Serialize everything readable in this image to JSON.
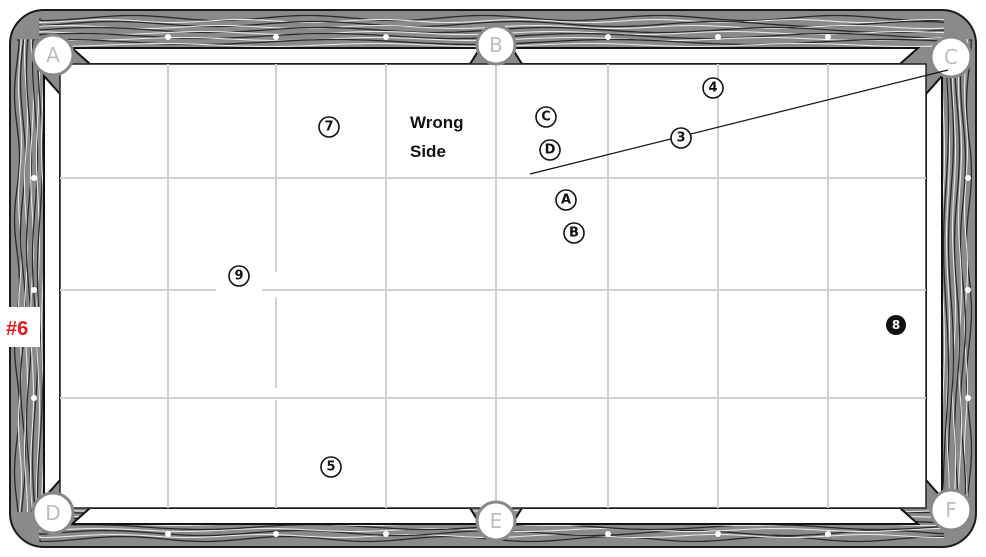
{
  "pockets": [
    {
      "label": "A"
    },
    {
      "label": "B"
    },
    {
      "label": "C"
    },
    {
      "label": "D"
    },
    {
      "label": "E"
    },
    {
      "label": "F"
    }
  ],
  "balls": [
    {
      "label": "7"
    },
    {
      "label": "4"
    },
    {
      "label": "3"
    },
    {
      "label": "9"
    },
    {
      "label": "5"
    },
    {
      "label": "8"
    }
  ],
  "positions": [
    {
      "label": "C"
    },
    {
      "label": "D"
    },
    {
      "label": "A"
    },
    {
      "label": "B"
    }
  ],
  "note": {
    "line1": "Wrong",
    "line2": "Side"
  },
  "shot_label": "#6",
  "colors": {
    "shot_label": "#e01b1b",
    "rail": "#8a8a8a",
    "grid": "#d0d0d0"
  }
}
